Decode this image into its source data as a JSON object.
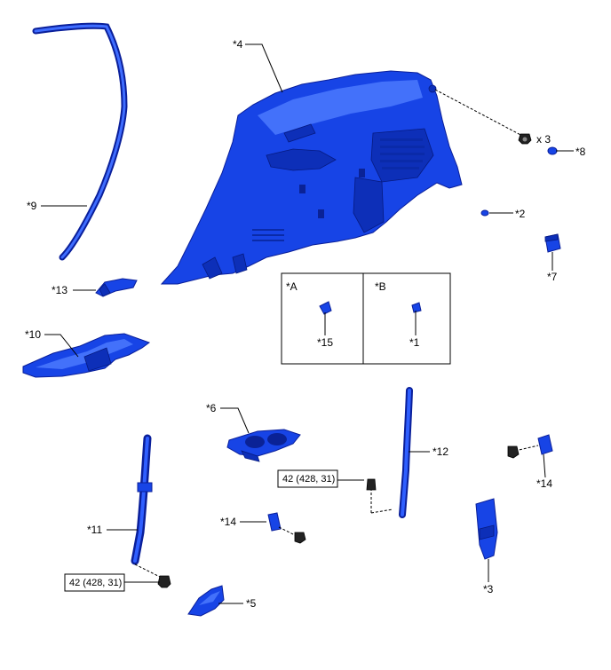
{
  "colors": {
    "part_blue": "#1744e6",
    "part_dark": "#0a1f9a",
    "line": "#000000"
  },
  "labels": {
    "p1": "*1",
    "p2": "*2",
    "p3": "*3",
    "p4": "*4",
    "p5": "*5",
    "p6": "*6",
    "p7": "*7",
    "p8": "*8",
    "p9": "*9",
    "p10": "*10",
    "p11": "*11",
    "p12": "*12",
    "p13": "*13",
    "p14a": "*14",
    "p14b": "*14",
    "p15": "*15"
  },
  "quantity": "x 3",
  "torque_spec_1": "42 (428, 31)",
  "torque_spec_2": "42 (428, 31)",
  "inset": {
    "a_label": "*A",
    "b_label": "*B"
  }
}
